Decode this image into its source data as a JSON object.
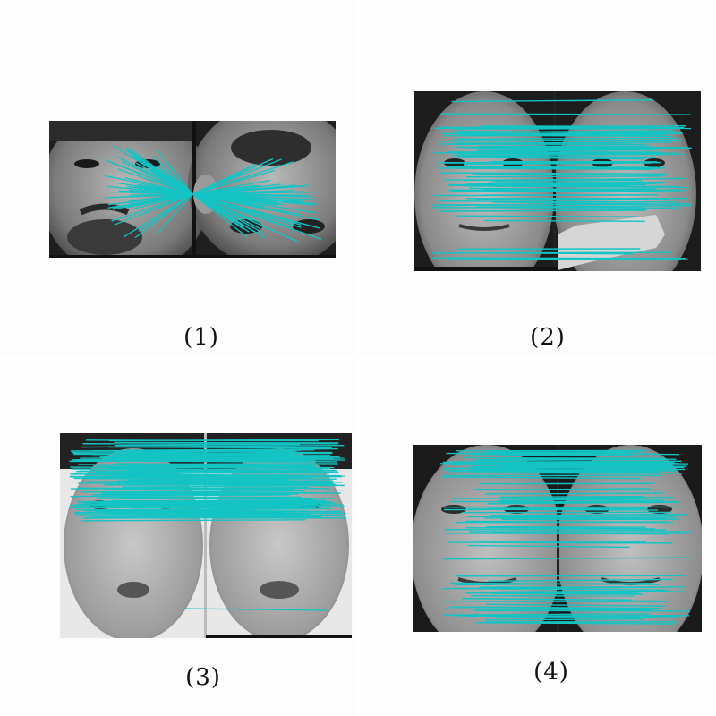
{
  "figure": {
    "match_line_color": "#14c4c4",
    "panels": [
      {
        "label": "(1)"
      },
      {
        "label": "(2)"
      },
      {
        "label": "(3)"
      },
      {
        "label": "(4)"
      }
    ]
  }
}
